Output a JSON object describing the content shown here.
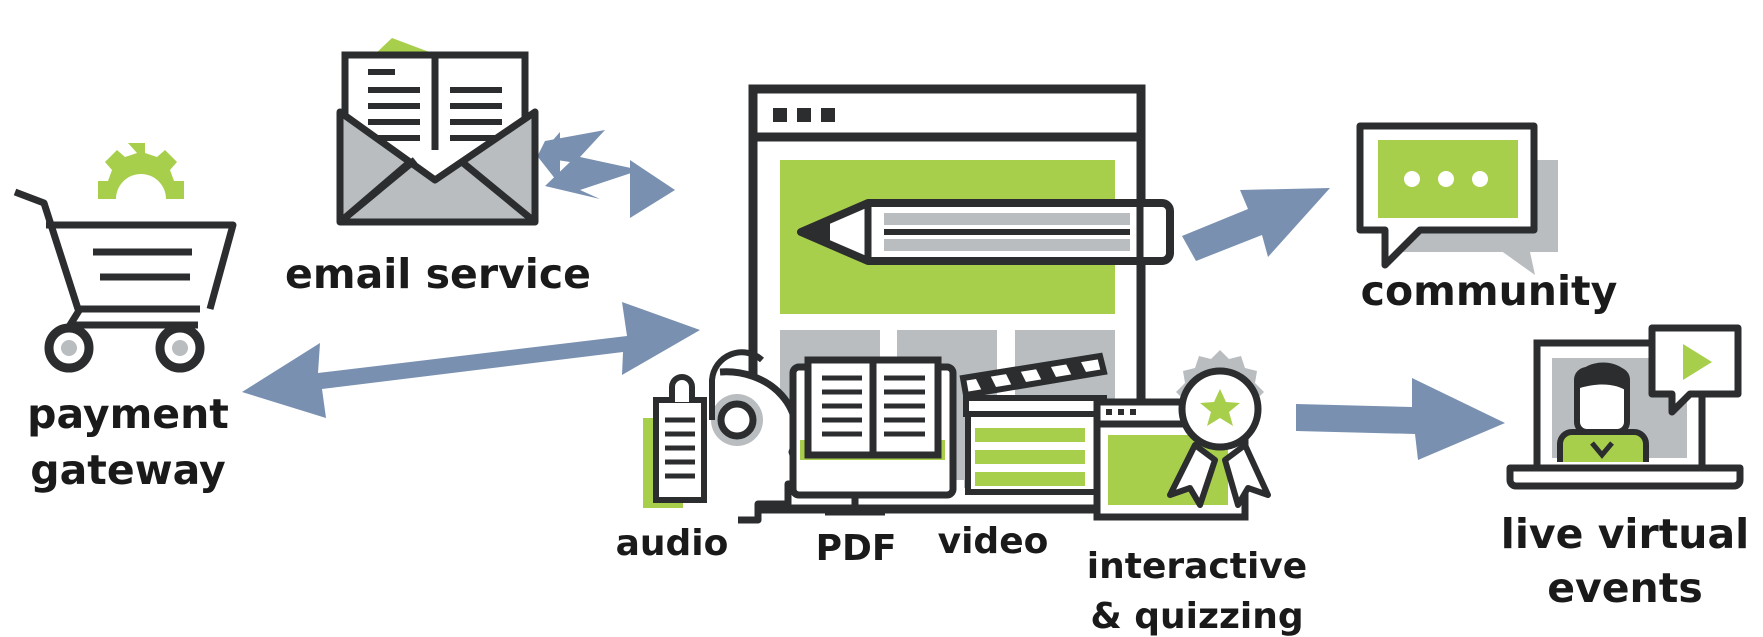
{
  "colors": {
    "green": "#a8cf4c",
    "dark": "#2b2d2f",
    "gray": "#b9bdbf",
    "blue": "#7990b0",
    "white": "#ffffff"
  },
  "labels": {
    "payment": [
      "payment",
      "gateway"
    ],
    "email": "email service",
    "community": "community",
    "live": [
      "live virtual",
      "events"
    ],
    "audio": "audio",
    "pdf": "PDF",
    "video": "video",
    "interactive": [
      "interactive",
      "& quizzing"
    ]
  },
  "icons": {
    "cart": "shopping-cart-icon",
    "gear": "gear-icon",
    "email": "envelope-with-document-icon",
    "browser": "browser-window-icon",
    "pencil": "pencil-icon",
    "chat": "chat-bubbles-icon",
    "presenter": "laptop-presenter-icon",
    "play": "play-icon",
    "audio": "headset-document-icon",
    "pdf": "open-book-monitor-icon",
    "video": "clapperboard-icon",
    "quiz": "award-badge-icon"
  },
  "connections": [
    {
      "name": "email-platform-arrow",
      "kind": "bidirectional"
    },
    {
      "name": "payment-platform-arrow",
      "kind": "bidirectional"
    },
    {
      "name": "platform-community-arrow",
      "kind": "one-way"
    },
    {
      "name": "platform-live-events-arrow",
      "kind": "one-way"
    }
  ]
}
